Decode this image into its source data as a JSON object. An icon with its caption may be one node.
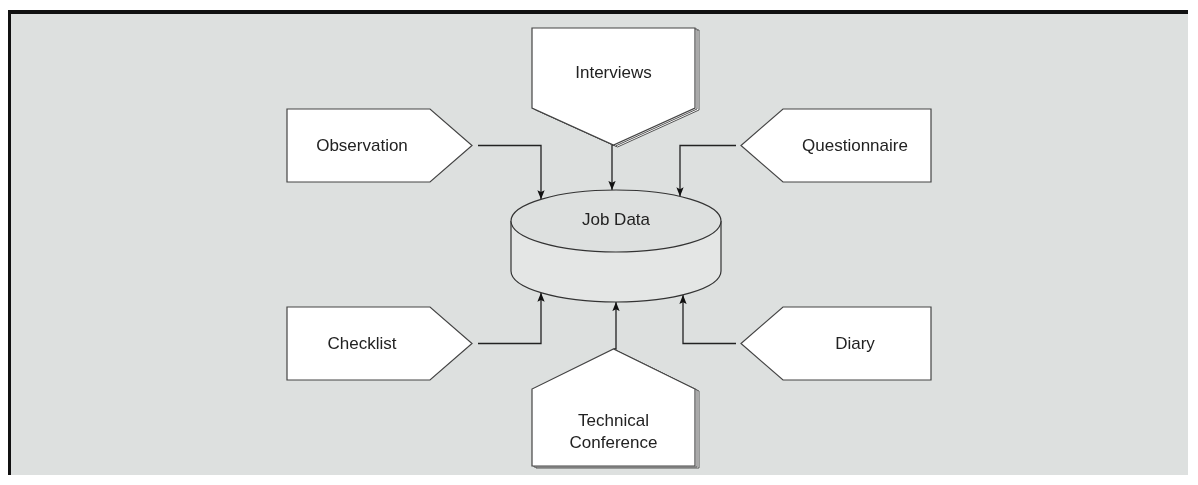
{
  "diagram": {
    "nodes": [
      {
        "text": [
          "Interviews"
        ]
      },
      {
        "text": [
          "Observation"
        ]
      },
      {
        "text": [
          "Questionnaire"
        ]
      },
      {
        "text": [
          "Job Data"
        ]
      },
      {
        "text": [
          "Checklist"
        ]
      },
      {
        "text": [
          "Diary"
        ]
      },
      {
        "text": [
          "Technical Conference"
        ]
      }
    ],
    "edges": [
      {
        "from": 1,
        "to": 3,
        "arrow": "to"
      },
      {
        "from": 0,
        "to": 3,
        "arrow": "to"
      },
      {
        "from": 2,
        "to": 3,
        "arrow": "to"
      },
      {
        "from": 4,
        "to": 3,
        "arrow": "to"
      },
      {
        "from": 6,
        "to": 3,
        "arrow": "to"
      },
      {
        "from": 5,
        "to": 3,
        "arrow": "to"
      }
    ]
  }
}
